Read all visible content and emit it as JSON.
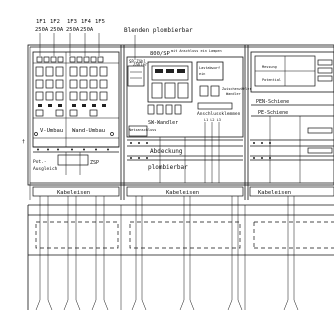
{
  "fuse_labels": [
    {
      "id": "1F1",
      "rating": "250A"
    },
    {
      "id": "1F2",
      "rating": "250A"
    },
    {
      "id": "1F3",
      "rating": "250A"
    },
    {
      "id": "1F4",
      "rating": "250A"
    },
    {
      "id": "1F5",
      "rating": ""
    }
  ],
  "top_title": "Blenden plombierbar",
  "meter_title": "800/SP",
  "meter_notes": "mit Anschluss ein Lampen",
  "labels": {
    "v_umbau": "V-Umbau",
    "wand_umbau": "Wand-Umbau",
    "sp_zaehl": "SP-Zähl",
    "sh_wandler": "SW-Wandler",
    "zsp": "ZSP",
    "abdeckung": "Abdeckung",
    "plombierbar": "plombierbar",
    "anschlussklemmen": "Anschlussklemmen",
    "pen_schiene": "PEN-Schiene",
    "pe_schiene": "PE-Schiene",
    "pot_ausgleich_1": "Pot.-",
    "pot_ausgleich_2": "Ausgleich",
    "kabeleisen_1": "Kabeleisen",
    "kabeleisen_2": "Kabeleisen",
    "kabeleisen_3": "Kabeleisen",
    "zaehler": "Zähler",
    "zwischenzaehler": "Zwischenzähler",
    "lastabwurf": "Lastabwurf",
    "wandler": "Wandler",
    "messung": "Messung",
    "potential": "Potential",
    "netzanschluss": "Netzanschluss",
    "ein": "ein",
    "l1l2l3": "L1 L2 L3"
  },
  "colors": {
    "line": "#111111",
    "background": "#ffffff"
  }
}
